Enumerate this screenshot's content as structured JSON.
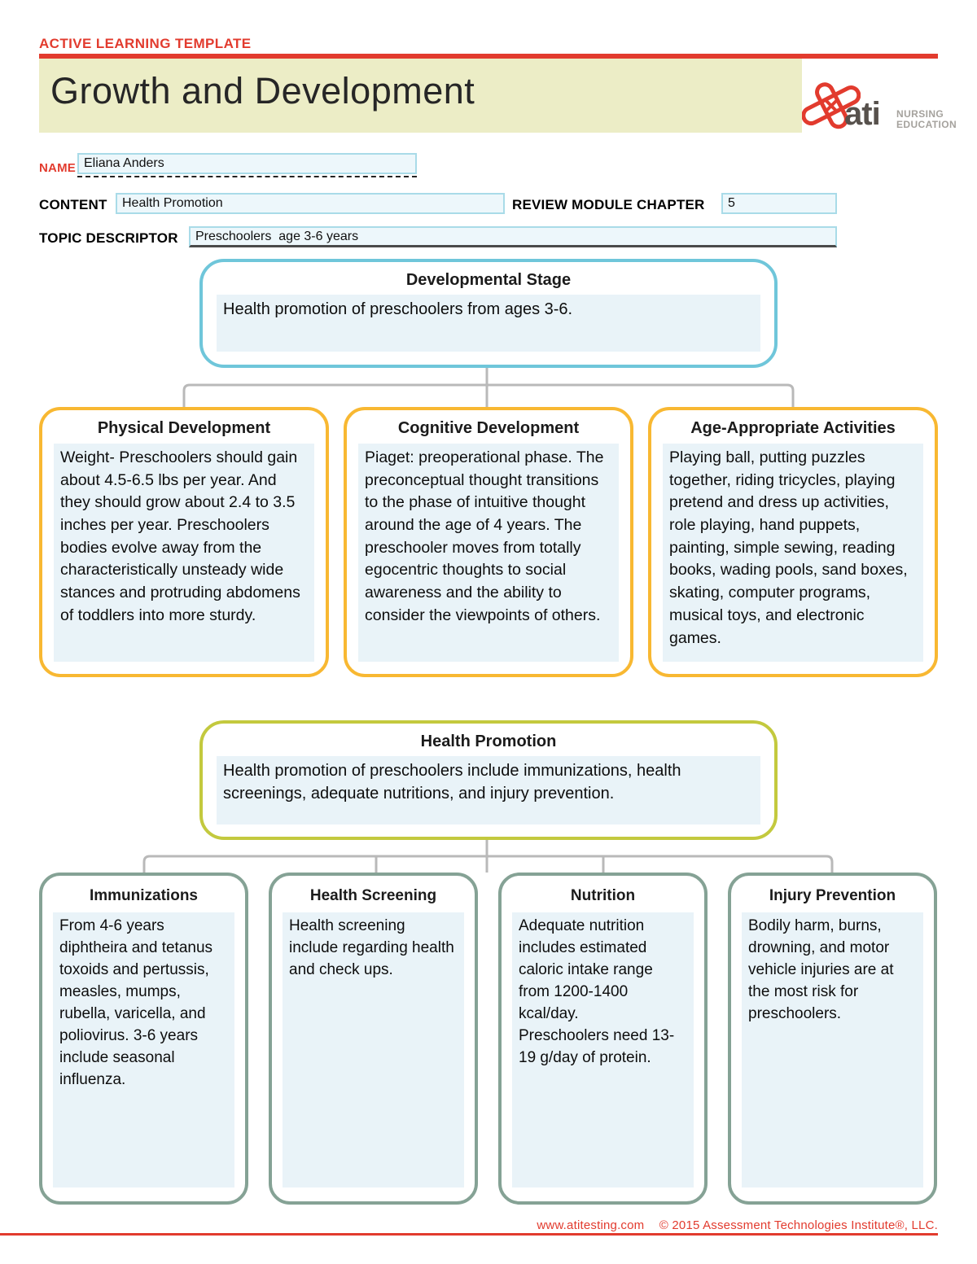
{
  "header": {
    "template_label": "ACTIVE LEARNING TEMPLATE",
    "title": "Growth and Development"
  },
  "logo": {
    "word": "ati",
    "sub_line1": "NURSING",
    "sub_line2": "EDUCATION"
  },
  "form": {
    "name": {
      "label": "NAME",
      "value": "Eliana Anders"
    },
    "content": {
      "label": "CONTENT",
      "value": "Health Promotion"
    },
    "chapter": {
      "label": "REVIEW MODULE CHAPTER",
      "value": "5"
    },
    "topic": {
      "label": "TOPIC DESCRIPTOR",
      "value": "Preschoolers  age 3-6 years"
    }
  },
  "nodes": {
    "developmental_stage": {
      "title": "Developmental Stage",
      "text": "Health promotion of preschoolers from ages 3-6."
    },
    "physical": {
      "title": "Physical Development",
      "text": "Weight- Preschoolers should gain about 4.5-6.5 lbs per year. And they should grow about 2.4 to 3.5 inches per year. Preschoolers bodies evolve away from the characteristically unsteady wide stances and protruding abdomens of toddlers into more sturdy."
    },
    "cognitive": {
      "title": "Cognitive Development",
      "text": "Piaget: preoperational phase. The preconceptual thought transitions to the phase of intuitive thought around the age of 4 years. The preschooler moves from totally egocentric thoughts to social awareness and the ability to consider the viewpoints of others."
    },
    "activities": {
      "title": "Age-Appropriate Activities",
      "text": "Playing ball, putting puzzles together, riding tricycles, playing pretend and dress up activities, role playing, hand puppets, painting, simple sewing, reading books, wading pools, sand boxes, skating, computer programs, musical toys, and electronic games."
    },
    "health_promotion": {
      "title": "Health Promotion",
      "text": "Health promotion of preschoolers include immunizations, health screenings, adequate nutritions, and injury prevention."
    },
    "immunizations": {
      "title": "Immunizations",
      "text": "From 4-6 years diphtheira and tetanus toxoids and pertussis, measles, mumps, rubella, varicella, and poliovirus. 3-6 years include seasonal influenza."
    },
    "health_screening": {
      "title": "Health Screening",
      "text": "Health screening include regarding health and check ups."
    },
    "nutrition": {
      "title": "Nutrition",
      "text": "Adequate nutrition includes estimated caloric intake range from 1200-1400 kcal/day.\nPreschoolers need 13-19 g/day of protein."
    },
    "injury_prevention": {
      "title": "Injury Prevention",
      "text": "Bodily harm, burns, drowning, and motor vehicle injuries are at the most risk for preschoolers."
    }
  },
  "footer": {
    "site": "www.atitesting.com",
    "copyright": "© 2015 Assessment Technologies Institute®, LLC."
  },
  "colors": {
    "brand_red": "#e23b2e",
    "banner_background": "#ecedc6",
    "field_border": "#a9dbe8",
    "field_background": "#edf7fb",
    "stage_border_teal": "#6fc6da",
    "development_border_orange": "#f8b832",
    "promotion_border_olive": "#c3c93e",
    "bottom_border_sage": "#85a295",
    "panel_background": "#e9f3f8",
    "connector_gray": "#b9b9b9",
    "logo_gray": "#57514c"
  }
}
